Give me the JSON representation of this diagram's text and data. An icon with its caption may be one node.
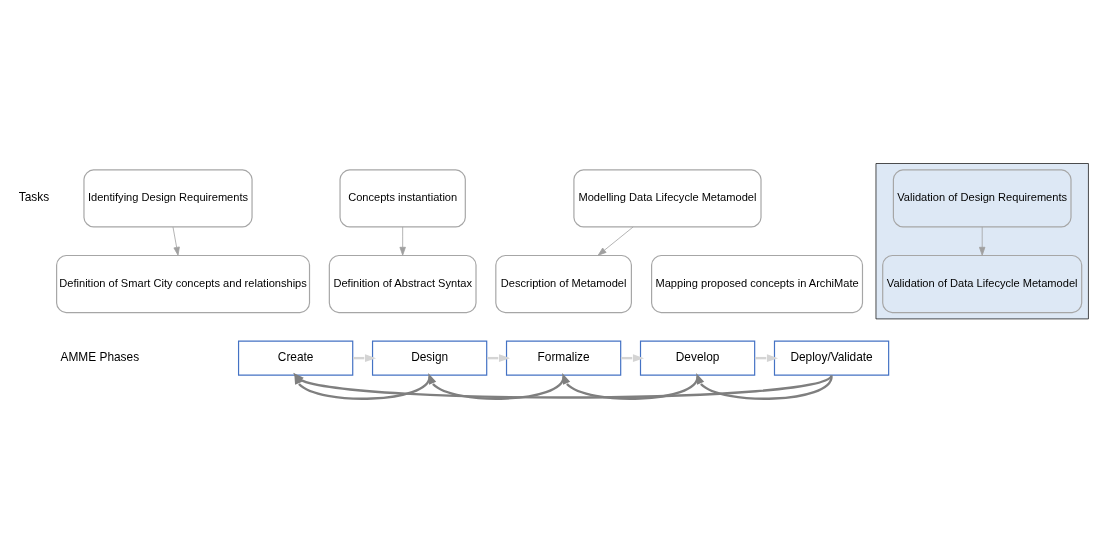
{
  "diagram": {
    "nodes": [
      {
        "text": [
          "Identifying Design Requirements"
        ]
      },
      {
        "text": [
          "Definition of Smart City concepts and relationships"
        ]
      },
      {
        "text": [
          "Concepts instantiation"
        ]
      },
      {
        "text": [
          "Definition of Abstract Syntax"
        ]
      },
      {
        "text": [
          "Modelling Data Lifecycle Metamodel"
        ]
      },
      {
        "text": [
          "Description of Metamodel"
        ]
      },
      {
        "text": [
          "Mapping proposed concepts in ArchiMate"
        ]
      },
      {
        "text": [],
        "shape": "box"
      },
      {
        "text": [
          "Validation of Design Requirements"
        ],
        "in": 7
      },
      {
        "text": [
          "Validation of Data Lifecycle Metamodel"
        ],
        "in": 7
      },
      {
        "text": [
          "Create"
        ]
      },
      {
        "text": [
          "Design"
        ]
      },
      {
        "text": [
          "Formalize"
        ]
      },
      {
        "text": [
          "Develop"
        ]
      },
      {
        "text": [
          "Deploy/Validate"
        ]
      }
    ],
    "edges": [
      {
        "from": 0,
        "to": 1,
        "arrow": "to"
      },
      {
        "from": 2,
        "to": 3,
        "arrow": "to"
      },
      {
        "from": 4,
        "to": 5,
        "arrow": "to"
      },
      {
        "from": 8,
        "to": 9,
        "arrow": "to"
      },
      {
        "from": 10,
        "to": 11,
        "arrow": "to",
        "color": "#d4d4d4"
      },
      {
        "from": 11,
        "to": 12,
        "arrow": "to",
        "color": "#d4d4d4"
      },
      {
        "from": 12,
        "to": 13,
        "arrow": "to",
        "color": "#d4d4d4"
      },
      {
        "from": 13,
        "to": 14,
        "arrow": "to",
        "color": "#d4d4d4"
      },
      {
        "from": 11,
        "to": 10,
        "arrow": "to",
        "color": "#7f7f7f"
      },
      {
        "from": 12,
        "to": 11,
        "arrow": "to",
        "color": "#7f7f7f"
      },
      {
        "from": 13,
        "to": 12,
        "arrow": "to",
        "color": "#7f7f7f"
      },
      {
        "from": 14,
        "to": 13,
        "arrow": "to",
        "color": "#7f7f7f"
      },
      {
        "from": 14,
        "to": 10,
        "arrow": "to",
        "color": "#7f7f7f"
      }
    ],
    "labels": [
      "Tasks",
      "AMME Phases"
    ]
  }
}
